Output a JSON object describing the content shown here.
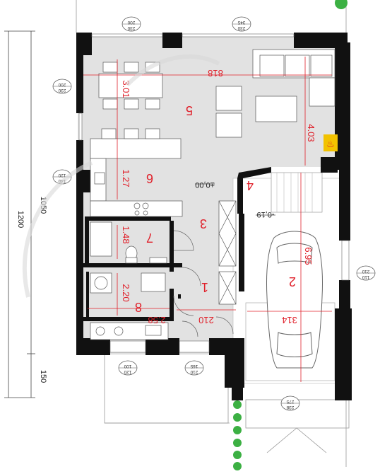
{
  "overall_dims": {
    "outer": "1200",
    "inner": "1050",
    "bottom": "150"
  },
  "rooms": [
    {
      "number": "1",
      "area": "210"
    },
    {
      "number": "2",
      "area": "314"
    },
    {
      "number": "3",
      "area": ""
    },
    {
      "number": "4",
      "area": ""
    },
    {
      "number": "5",
      "area": "818"
    },
    {
      "number": "6",
      "area": "1.27"
    },
    {
      "number": "7",
      "area": "1.48"
    },
    {
      "number": "8",
      "area": "2.58"
    }
  ],
  "extra_dims": {
    "kitchen_width": "3.01",
    "corridor": "2.20",
    "living_side": "4.03",
    "garage_side": "6.95"
  },
  "levels": {
    "main": "±0,00",
    "garage": "-0,19"
  },
  "window_bubbles": [
    {
      "top": "200",
      "bottom": "230"
    },
    {
      "top": "345",
      "bottom": "230"
    },
    {
      "top": "200",
      "bottom": "230"
    },
    {
      "top": "120",
      "bottom": "140"
    },
    {
      "top": "210",
      "bottom": "110"
    },
    {
      "top": "100",
      "bottom": "120"
    },
    {
      "top": "165",
      "bottom": "210"
    },
    {
      "top": "275",
      "bottom": "238"
    }
  ],
  "colors": {
    "wall": "#111111",
    "floor": "#e2e2e2",
    "accent": "#e0202a",
    "hedge": "#3cb043",
    "fire": "#f2c200"
  },
  "icons": {
    "fireplace": "fire-icon"
  }
}
